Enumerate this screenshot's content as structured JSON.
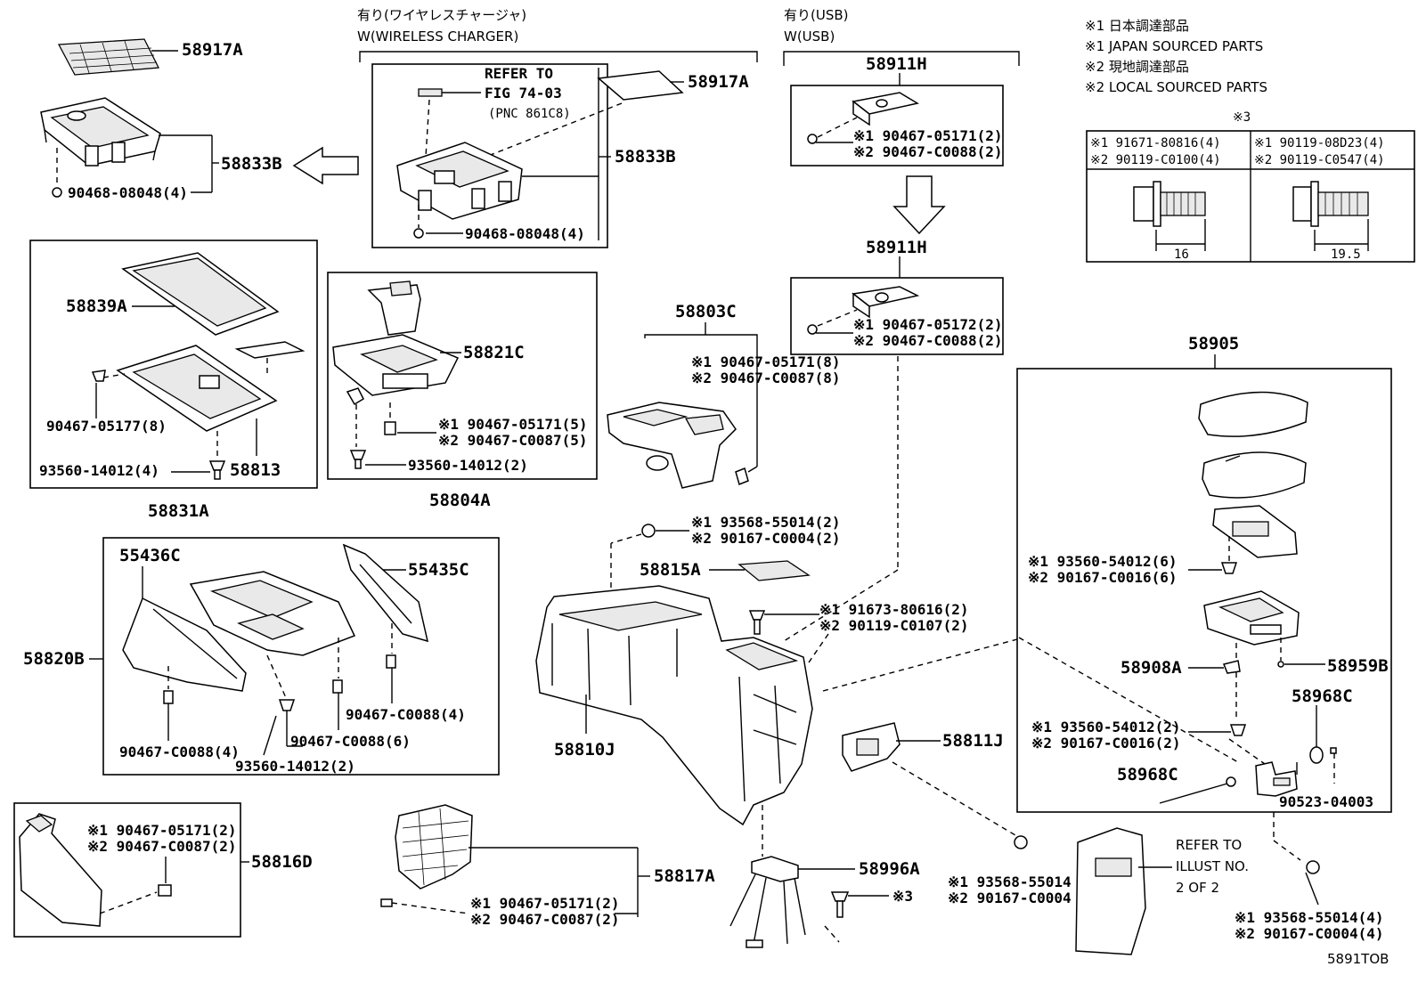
{
  "notes": {
    "n1_jp": "※1 日本調達部品",
    "n1_en": "※1 JAPAN SOURCED PARTS",
    "n2_jp": "※2 現地調達部品",
    "n2_en": "※2 LOCAL SOURCED PARTS"
  },
  "headers": {
    "wireless_jp": "有り(ワイヤレスチャージャ)",
    "wireless_en": "W(WIRELESS CHARGER)",
    "usb_jp": "有り(USB)",
    "usb_en": "W(USB)"
  },
  "ref3": {
    "mark": "※3",
    "left_1": "※1 91671-80816(4)",
    "left_2": "※2 90119-C0100(4)",
    "right_1": "※1 90119-08D23(4)",
    "right_2": "※2 90119-C0547(4)",
    "dim_left": "16",
    "dim_right": "19.5"
  },
  "wireless_box": {
    "refer_1": "REFER TO",
    "refer_2": "FIG 74-03",
    "refer_3": "(PNC 861C8)",
    "p_58917A": "58917A",
    "p_58833B": "58833B",
    "p_90468": "90468-08048(4)"
  },
  "top_left": {
    "p_58917A": "58917A",
    "p_58833B": "58833B",
    "p_90468": "90468-08048(4)"
  },
  "usb_top": {
    "title": "58911H",
    "l1": "※1 90467-05171(2)",
    "l2": "※2 90467-C0088(2)"
  },
  "usb_bottom": {
    "title": "58911H",
    "l1": "※1 90467-05172(2)",
    "l2": "※2 90467-C0088(2)"
  },
  "box_58831A": {
    "label": "58831A",
    "p_58839A": "58839A",
    "p_90467_05177": "90467-05177(8)",
    "p_93560": "93560-14012(4)",
    "p_58813": "58813"
  },
  "box_58804A": {
    "label": "58804A",
    "p_58821C": "58821C",
    "l1": "※1 90467-05171(5)",
    "l2": "※2 90467-C0087(5)",
    "p_93560": "93560-14012(2)"
  },
  "grp_58803C": {
    "label": "58803C",
    "l1": "※1 90467-05171(8)",
    "l2": "※2 90467-C0087(8)"
  },
  "box_58820B": {
    "label": "58820B",
    "p_55436C": "55436C",
    "p_55435C": "55435C",
    "p_c0088_4a": "90467-C0088(4)",
    "p_c0088_4b": "90467-C0088(4)",
    "p_c0088_6": "90467-C0088(6)",
    "p_93560": "93560-14012(2)"
  },
  "box_58816D": {
    "label": "58816D",
    "l1": "※1 90467-05171(2)",
    "l2": "※2 90467-C0087(2)"
  },
  "center": {
    "c_l1": "※1 93568-55014(2)",
    "c_l2": "※2 90167-C0004(2)",
    "p_58815A": "58815A",
    "b_l1": "※1 91673-80616(2)",
    "b_l2": "※2 90119-C0107(2)",
    "p_58810J": "58810J",
    "p_58811J": "58811J",
    "p_58817A": "58817A",
    "s_l1": "※1 90467-05171(2)",
    "s_l2": "※2 90467-C0087(2)",
    "p_58996A": "58996A",
    "ref3": "※3",
    "bot_l1": "※1 93568-55014",
    "bot_l2": "※2 90167-C0004"
  },
  "right_box": {
    "label": "58905",
    "s1_l1": "※1 93560-54012(6)",
    "s1_l2": "※2 90167-C0016(6)",
    "p_58908A": "58908A",
    "p_58959B": "58959B",
    "p_58968C_a": "58968C",
    "s2_l1": "※1 93560-54012(2)",
    "s2_l2": "※2 90167-C0016(2)",
    "p_58968C_b": "58968C",
    "p_90523": "90523-04003"
  },
  "bottom_right": {
    "refer_1": "REFER TO",
    "refer_2": "ILLUST NO.",
    "refer_3": "2 OF 2",
    "l1": "※1 93568-55014(4)",
    "l2": "※2 90167-C0004(4)",
    "code": "5891TOB"
  }
}
